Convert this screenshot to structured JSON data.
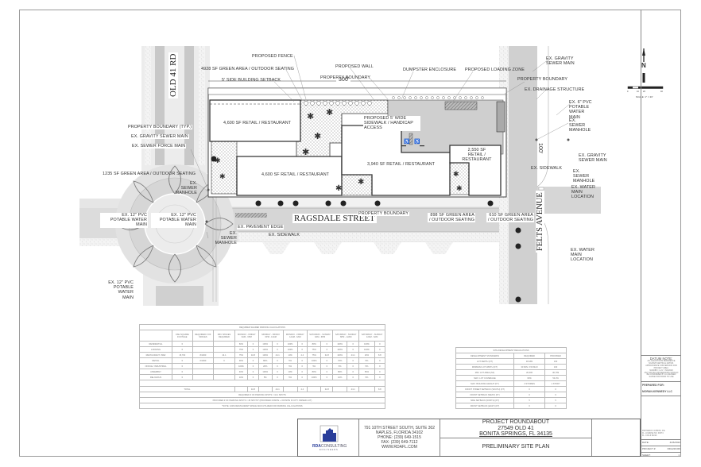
{
  "sheet": {
    "title": "PRELIMINARY SITE PLAN",
    "project_name": "PROJECT ROUNDABOUT",
    "address_line1": "27549 OLD 41",
    "address_line2": "BONITA SPRINGS, FL 34135"
  },
  "company": {
    "logo_text_bold": "RDA",
    "logo_text": "CONSULTING",
    "logo_sub": "ENGINEERS",
    "address1": "791 10TH STREET SOUTH, SUITE 302",
    "address2": "NAPLES, FLORIDA 34102",
    "phone": "PHONE: (239) 649-1515",
    "fax": "FAX: (239) 649-7112",
    "web": "WWW.RDAFL.COM",
    "brand_color": "#2a3e9a"
  },
  "side_block": {
    "datum_title": "DATUM NOTE:",
    "datum_text": [
      "ALL ELEVATIONS REFERENCE",
      "NGVD29 VERTICAL DATUM.",
      "APPROXIMATE CONVERSION FOR",
      "PROJECT AREA:",
      "NAVD88 = 1.21' = NGVD29",
      "ANY DATUM CONVERSIONS SHOULD",
      "BE CONFIRMED BY A LICENSED",
      "SURVEYOR PRIOR TO USE"
    ],
    "prepared_for_label": "PREPARED FOR:",
    "prepared_for": "MORAN-KENNEDY LLC",
    "engineer": [
      "RICHARD B. DUBOIS, P.E.",
      "FL. LICENSE NO. 00074",
      "FL. COA # 31190"
    ],
    "date_label": "DATE:",
    "date_value": "4/26/2022",
    "project_label": "PROJECT #:",
    "project_value": "RDA220439",
    "sheet_label": "SHEET:",
    "sheet_value": "1"
  },
  "north_arrow": {
    "letter": "N",
    "scale_ticks": [
      "0",
      "10",
      "20",
      "40"
    ],
    "scale_text": "SCALE: 1\" = 20'"
  },
  "roads": {
    "old41": "OLD 41 RD",
    "ragsdale": "RAGSDALE STREET",
    "felts": "FELTS AVENUE"
  },
  "dimensions": {
    "frontage": "300'",
    "depth": "100'"
  },
  "buildings": [
    {
      "label": "4,600 SF RETAIL / RESTAURANT"
    },
    {
      "label": "4,600 SF RETAIL / RESTAURANT"
    },
    {
      "label": "3,940 SF RETAIL / RESTAURANT"
    },
    {
      "label": "2,550 SF RETAIL / RESTAURANT"
    }
  ],
  "callouts": {
    "proposed_fence": "PROPOSED FENCE",
    "green_4928": "4928 SF GREEN AREA / OUTDOOR SEATING",
    "side_setback": "5' SIDE BUILDING SETBACK",
    "proposed_wall": "PROPOSED WALL",
    "property_boundary_top": "PROPERTY BOUNDARY",
    "dumpster": "DUMPSTER ENCLOSURE",
    "loading_zone": "PROPOSED LOADING ZONE",
    "ex_gravity_top": "EX. GRAVITY SEWER MAIN",
    "property_boundary_right": "PROPERTY BOUNDARY",
    "ex_drainage": "EX. DRAINAGE STRUCTURE",
    "ex_6_pvc": "EX. 6\" PVC POTABLE WATER MAIN",
    "ex_sewer_manhole_r1": "EX. SEWER MANHOLE",
    "ex_gravity_right": "EX. GRAVITY SEWER MAIN",
    "ex_sidewalk_right": "EX. SIDEWALK",
    "ex_sewer_manhole_r2": "EX. SEWER MANHOLE",
    "ex_water_main_r1": "EX. WATER MAIN LOCATION",
    "ex_water_main_r2": "EX. WATER MAIN LOCATION",
    "prop_boundary_typ": "PROPERTY BOUNDARY (TYP.)",
    "ex_gravity_left": "EX. GRAVITY SEWER MAIN",
    "ex_sewer_force": "EX. SEWER FORCE MAIN",
    "green_1235": "1235 SF GREEN AREA / OUTDOOR SEATING",
    "ex_sewer_manhole_l1": "EX. SEWER MANHOLE",
    "ex_12_pvc_l": "EX. 12\" PVC POTABLE WATER MAIN",
    "ex_12_pvc_c": "EX. 12\" PVC POTABLE WATER MAIN",
    "ex_sewer_manhole_l2": "EX. SEWER MANHOLE",
    "ex_pavement_edge": "EX. PAVEMENT EDGE",
    "ex_sidewalk_bottom": "EX. SIDEWALK",
    "ex_12_pvc_bl": "EX. 12\" PVC POTABLE WATER MAIN",
    "property_boundary_bottom": "PROPERTY BOUNDARY",
    "green_898": "898 SF GREEN AREA / OUTDOOR SEATING",
    "green_610": "610 SF GREEN AREA / OUTDOOR SEATING",
    "sidewalk_access": "PROPOSED 5' WIDE SIDEWALK / HANDICAP ACCESS"
  },
  "parking_table": {
    "title": "REQUIRED SHARED PARKING CALCULATIONS",
    "headers": [
      "",
      "USE SQUARE FOOTAGE",
      "REQUIRED # OF SPACES",
      "MIN. SPACES REQUIRED",
      "MONDAY - FRIDAY 6AM - 6PM",
      "",
      "MONDAY - FRIDAY 6PM - 12AM",
      "",
      "MONDAY - FRIDAY 12AM - 6AM",
      "",
      "SATURDAY - SUNDAY 6AM - 6PM",
      "",
      "SATURDAY - SUNDAY 6PM - 12AM",
      "",
      "SATURDAY - SUNDAY 12AM - 6AM",
      ""
    ],
    "rows": [
      [
        "RESIDENTIAL",
        "0",
        "",
        "",
        "60%",
        "0",
        "100%",
        "0",
        "100%",
        "0",
        "80%",
        "0",
        "100%",
        "0",
        "100%",
        "0"
      ],
      [
        "LODGING",
        "0",
        "",
        "",
        "75%",
        "0",
        "100%",
        "0",
        "100%",
        "0",
        "75%",
        "0",
        "100%",
        "0",
        "100%",
        "0"
      ],
      [
        "RESTAURANT / BAR",
        "15,700",
        "8/1000",
        "44.1",
        "75%",
        "32.8",
        "100%",
        "44.1",
        "10%",
        "4.4",
        "75%",
        "32.8",
        "100%",
        "44.1",
        "20%",
        "8.8"
      ],
      [
        "RETAIL",
        "0",
        "6/1000",
        "0",
        "90%",
        "0",
        "80%",
        "0",
        "5%",
        "0",
        "100%",
        "0",
        "70%",
        "0",
        "5%",
        "0"
      ],
      [
        "OFFICE / INDUSTRIAL",
        "0",
        "",
        "",
        "100%",
        "0",
        "20%",
        "0",
        "5%",
        "0",
        "5%",
        "0",
        "5%",
        "0",
        "5%",
        "0"
      ],
      [
        "ASSEMBLY",
        "0",
        "",
        "",
        "40%",
        "0",
        "100%",
        "0",
        "10%",
        "0",
        "80%",
        "0",
        "80%",
        "0",
        "50%",
        "0"
      ],
      [
        "RELIGIOUS",
        "0",
        "",
        "",
        "10%",
        "0",
        "5%",
        "0",
        "5%",
        "0",
        "100%",
        "0",
        "10%",
        "0",
        "5%",
        "0"
      ]
    ],
    "total_label": "TOTAL",
    "totals": [
      "32.8",
      "44.1",
      "4.4",
      "32.8",
      "44.1",
      "8.8"
    ],
    "note1": "REQUIRED # OF PARKING SPOTS = 44.1 SPOTS",
    "note2": "PROVIDED # OF PARKING SPOTS = 45 SPOTS* (PROVIDED ONSITE + OFFSITE IN CITY OWNED LOT)",
    "note3": "*NOTE: 100% RESTAURANT SPACE WAS UTILIZED FOR PARKING CALCULATIONS"
  },
  "site_table": {
    "title": "SITE DEVELOPMENT REGULATIONS",
    "headers": [
      "DEVELOPMENT STANDARDS",
      "REQUIRED",
      "PROVIDED"
    ],
    "rows": [
      [
        "LOT DEPTH (FT)",
        "30 MIN",
        "100"
      ],
      [
        "MINIMUM LOT WIDTH (FT)",
        "30 MIN / 150 MAX",
        "100"
      ],
      [
        "MIN. LOT AREA (SF)",
        "20,000",
        "30,799"
      ],
      [
        "MAX. LOT COVERAGE",
        "60%",
        "54.3%"
      ],
      [
        "MAX. BUILDING HEIGHT (FT)",
        "4 STORIES",
        "1 STORY"
      ],
      [
        "FRONT STREET SETBACK (SOUTH) (FT)",
        "0",
        "0"
      ],
      [
        "FRONT SETBACK (WEST) (FT)",
        "0",
        "0"
      ],
      [
        "SIDE SETBACK (NORTH) (FT)",
        "5",
        "5"
      ],
      [
        "FRONT SETBACK (EAST) (FT)",
        "0",
        "0"
      ]
    ]
  }
}
